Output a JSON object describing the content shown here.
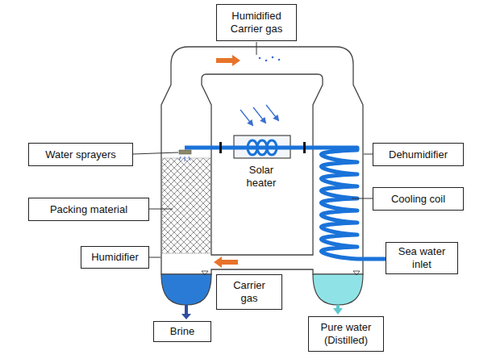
{
  "diagram": {
    "nodes": [
      {
        "text": [
          "Humidified Carrier gas"
        ]
      },
      {
        "text": [
          "Water sprayers"
        ]
      },
      {
        "text": [
          "Dehumidifier"
        ]
      },
      {
        "text": [
          "Cooling coil"
        ]
      },
      {
        "text": [
          "Packing material"
        ]
      },
      {
        "text": [
          "Sea water inlet"
        ]
      },
      {
        "text": [
          "Humidifier"
        ]
      },
      {
        "text": [
          "Carrier gas"
        ]
      },
      {
        "text": [
          "Brine"
        ]
      },
      {
        "text": [
          "Pure water (Distilled)"
        ]
      }
    ],
    "labels": [
      "Solar heater"
    ]
  }
}
